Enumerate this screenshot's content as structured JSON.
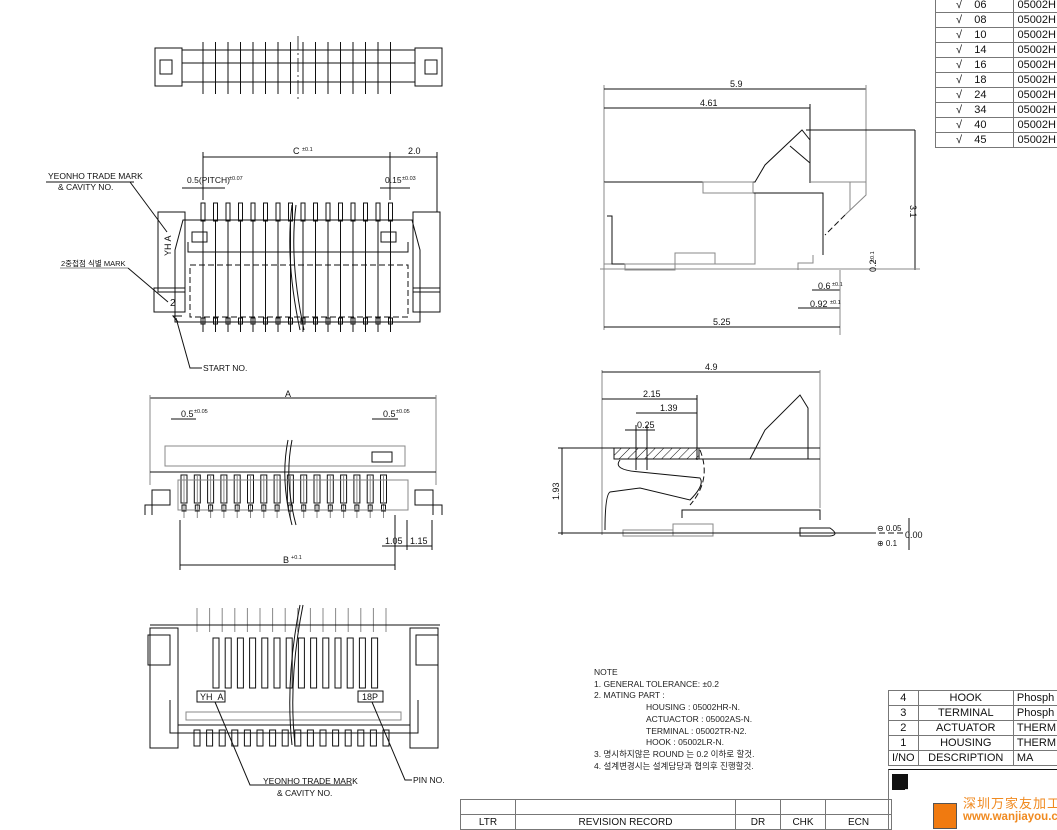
{
  "pin_table": {
    "rows": [
      {
        "check": "√",
        "pins": "06",
        "part": "05002H"
      },
      {
        "check": "√",
        "pins": "08",
        "part": "05002H"
      },
      {
        "check": "√",
        "pins": "10",
        "part": "05002H"
      },
      {
        "check": "√",
        "pins": "14",
        "part": "05002H"
      },
      {
        "check": "√",
        "pins": "16",
        "part": "05002H"
      },
      {
        "check": "√",
        "pins": "18",
        "part": "05002H"
      },
      {
        "check": "√",
        "pins": "24",
        "part": "05002H"
      },
      {
        "check": "√",
        "pins": "34",
        "part": "05002H"
      },
      {
        "check": "√",
        "pins": "40",
        "part": "05002H"
      },
      {
        "check": "√",
        "pins": "45",
        "part": "05002H"
      }
    ]
  },
  "front_view": {
    "dim_c": "C",
    "dim_c_tol": "±0.1",
    "dim_2_0": "2.0",
    "pitch": "0.5(PITCH)",
    "pitch_tol": "±0.07",
    "pin_width": "0.15",
    "pin_width_tol": "±0.03",
    "trade_mark_1": "YEONHO TRADE MARK",
    "trade_mark_2": "& CAVITY NO.",
    "mark_2_label": "2중접점 식별 MARK",
    "cavity_text": "YH A",
    "start_digit": "2",
    "start_no": "START NO."
  },
  "bottom_view": {
    "dim_a": "A",
    "dim_left": "0.5",
    "dim_left_tol": "±0.05",
    "dim_right": "0.5",
    "dim_right_tol": "±0.05",
    "dim_b": "B",
    "dim_b_tol": "+0.1",
    "dim_105": "1.05",
    "dim_115": "1.15"
  },
  "rear_view": {
    "cavity_box": "YH_A",
    "pin_box": "18P",
    "trade_mark_1": "YEONHO TRADE MARK",
    "trade_mark_2": "& CAVITY NO.",
    "pin_no": "PIN NO."
  },
  "side_view_1": {
    "d59": "5.9",
    "d461": "4.61",
    "d31": "3.1",
    "d02": "0.2",
    "d02_tol": "±0.1",
    "d06": "0.6",
    "d06_tol": "±0.1",
    "d092": "0.92",
    "d092_tol": "±0.1",
    "d525": "5.25"
  },
  "side_view_2": {
    "d49": "4.9",
    "d215": "2.15",
    "d139": "1.39",
    "d025": "0.25",
    "d193": "1.93",
    "tol_minus": "⊖ 0.05",
    "tol_plus": "⊕ 0.1",
    "tol_zero": "0.00"
  },
  "notes": {
    "title": "NOTE",
    "n1": "1. GENERAL TOLERANCE:  ±0.2",
    "n2": "2. MATING PART :",
    "housing": "HOUSING : 05002HR-N.",
    "actuator": "ACTUACTOR : 05002AS-N.",
    "terminal": "TERMINAL : 05002TR-N2.",
    "hook": "HOOK : 05002LR-N.",
    "n3": "3. 명시하지않은 ROUND 는 0.2 이하로 할것.",
    "n4": "4. 설계변경시는 설계담당과 협의후 진행할것."
  },
  "parts_table": {
    "rows": [
      {
        "no": "4",
        "desc": "HOOK",
        "mat": "Phosph"
      },
      {
        "no": "3",
        "desc": "TERMINAL",
        "mat": "Phosph"
      },
      {
        "no": "2",
        "desc": "ACTUATOR",
        "mat": "THERM"
      },
      {
        "no": "1",
        "desc": "HOUSING",
        "mat": "THERM"
      },
      {
        "no": "I/NO",
        "desc": "DESCRIPTION",
        "mat": "MA"
      }
    ]
  },
  "revision_table": {
    "ltr": "LTR",
    "record": "REVISION    RECORD",
    "dr": "DR",
    "chk": "CHK",
    "ecn": "ECN"
  },
  "watermark": {
    "cn": "深圳万家友加工网",
    "url": "www.wanjiayou.com"
  }
}
